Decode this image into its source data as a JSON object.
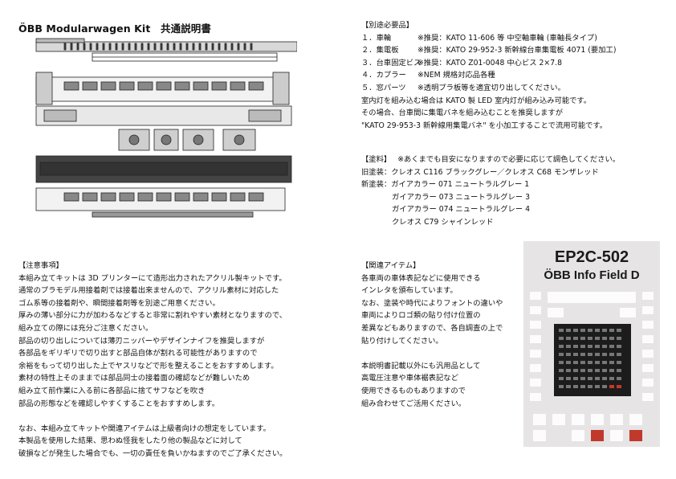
{
  "header": {
    "title": "ÖBB Modularwagen Kit　共通説明書"
  },
  "requirements": {
    "heading": "【別途必要品】",
    "items": [
      {
        "num": "１．車輪",
        "text": "※推奨：KATO 11-606 等 中空軸車輪 (車軸長タイプ)"
      },
      {
        "num": "２．集電板",
        "text": "※推奨：KATO 29-952-3 新幹線台車集電板 4071 (要加工)"
      },
      {
        "num": "３．台車固定ビス",
        "text": "※推奨：KATO Z01-0048 中心ビス 2×7.8"
      },
      {
        "num": "４．カプラー",
        "text": "※NEM 規格対応品各種"
      },
      {
        "num": "５．窓パーツ",
        "text": "※透明プラ板等を適宜切り出してください。"
      }
    ],
    "notes": [
      "室内灯を組み込む場合は KATO 製 LED 室内灯が組み込み可能です。",
      "その場合、台車間に集電バネを組み込むことを推奨しますが",
      "\"KATO 29-953-3 新幹線用集電バネ\" を小加工することで流用可能です。"
    ]
  },
  "paint": {
    "heading": "【塗料】",
    "note": "※あくまでも目安になりますので必要に応じて調色してください。",
    "rows": [
      {
        "key": "旧塗装：",
        "value": "クレオス C116 ブラックグレー／クレオス C68 モンザレッド"
      },
      {
        "key": "新塗装：",
        "value": "ガイアカラー 071 ニュートラルグレー 1"
      },
      {
        "key": "",
        "value": "ガイアカラー 073 ニュートラルグレー 3"
      },
      {
        "key": "",
        "value": "ガイアカラー 074 ニュートラルグレー 4"
      },
      {
        "key": "",
        "value": "クレオス C79 シャインレッド"
      }
    ]
  },
  "notes": {
    "heading": "【注意事項】",
    "lines": [
      "本組み立てキットは 3D プリンターにて造形出力されたアクリル製キットです。",
      "通常のプラモデル用接着剤では接着出来ませんので、アクリル素材に対応した",
      "ゴム系等の接着剤や、瞬間接着剤等を別途ご用意ください。",
      "厚みの薄い部分に力が加わるなどすると非常に割れやすい素材となりますので、",
      "組み立ての際には充分ご注意ください。",
      "部品の切り出しについては薄刃ニッパーやデザインナイフを推奨しますが",
      "各部品をギリギリで切り出すと部品自体が割れる可能性がありますので",
      "余裕をもって切り出した上でヤスリなどで形を整えることをおすすめします。",
      "素材の特性上そのままでは部品同士の接着面の確認などが難しいため",
      "組み立て前作業に入る前に各部品に捨てサフなどを吹き",
      "部品の形態などを確認しやすくすることをおすすめします。"
    ],
    "disclaimer": [
      "なお、本組み立てキットや関連アイテムは上級者向けの想定をしています。",
      "本製品を使用した結果、思わぬ怪我をしたり他の製品などに対して",
      "破損などが発生した場合でも、一切の責任を負いかねますのでご了承ください。"
    ]
  },
  "related": {
    "heading": "【関連アイテム】",
    "lines": [
      "各車両の車体表記などに使用できる",
      "インレタを頒布しています。",
      "なお、塗装や時代によりフォントの違いや",
      "車両によりロゴ類の貼り付け位置の",
      "差異などもありますので、各自調査の上で",
      "貼り付けしてください。"
    ],
    "lines2": [
      "本説明書記載以外にも汎用品として",
      "高電圧注意や車体裾表記など",
      "使用できるものもありますので",
      "組み合わせてご活用ください。"
    ]
  },
  "product": {
    "code": "EP2C-502",
    "name": "ÖBB Info Field D",
    "sheet_color": "#e6e4e4"
  }
}
